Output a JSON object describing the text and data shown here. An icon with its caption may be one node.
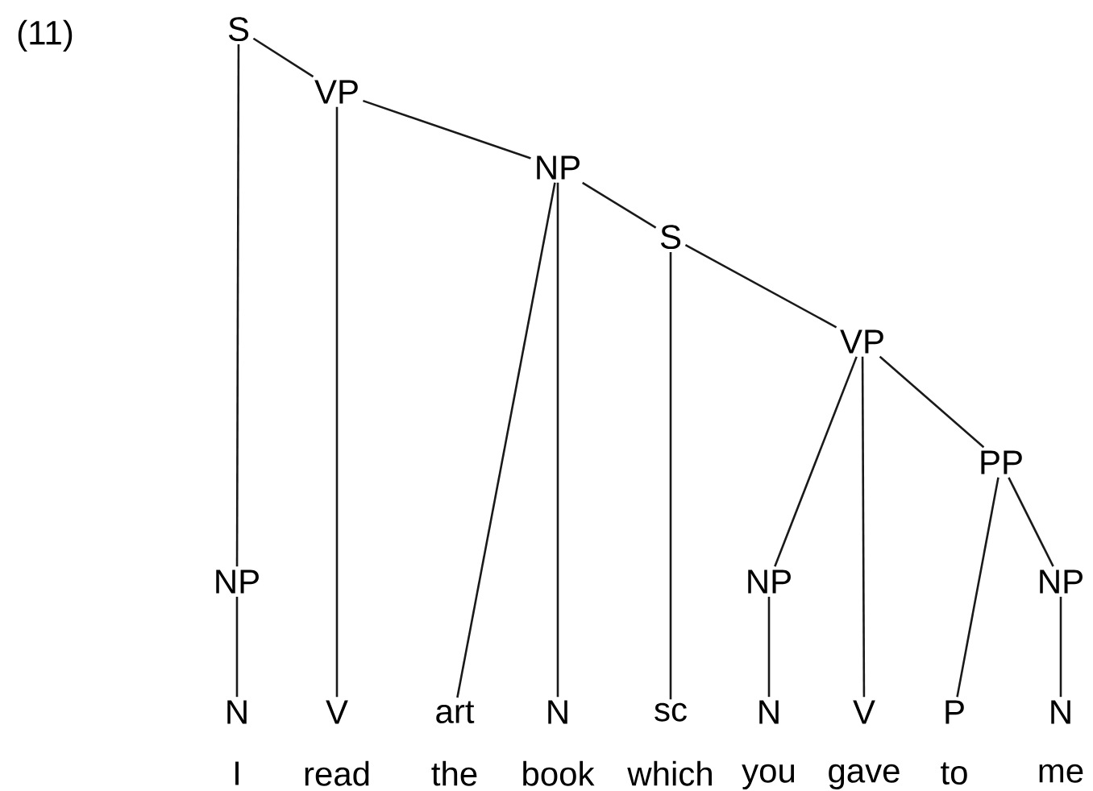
{
  "diagram": {
    "nodes": [
      {
        "text": [
          "S"
        ]
      },
      {
        "text": [
          "VP"
        ]
      },
      {
        "text": [
          "NP"
        ]
      },
      {
        "text": [
          "S"
        ]
      },
      {
        "text": [
          "VP"
        ]
      },
      {
        "text": [
          "PP"
        ]
      },
      {
        "text": [
          "NP"
        ]
      },
      {
        "text": [
          "NP"
        ]
      },
      {
        "text": [
          "NP"
        ]
      },
      {
        "text": [
          "N"
        ]
      },
      {
        "text": [
          "V"
        ]
      },
      {
        "text": [
          "art"
        ]
      },
      {
        "text": [
          "N"
        ]
      },
      {
        "text": [
          "sc"
        ]
      },
      {
        "text": [
          "N"
        ]
      },
      {
        "text": [
          "V"
        ]
      },
      {
        "text": [
          "P"
        ]
      },
      {
        "text": [
          "N"
        ]
      }
    ],
    "edges": [
      {
        "from": 0,
        "to": 1,
        "arrow": "none"
      },
      {
        "from": 0,
        "to": 6,
        "arrow": "none"
      },
      {
        "from": 6,
        "to": 9,
        "arrow": "none"
      },
      {
        "from": 1,
        "to": 10,
        "arrow": "none"
      },
      {
        "from": 1,
        "to": 2,
        "arrow": "none"
      },
      {
        "from": 2,
        "to": 11,
        "arrow": "none"
      },
      {
        "from": 2,
        "to": 12,
        "arrow": "none"
      },
      {
        "from": 2,
        "to": 3,
        "arrow": "none"
      },
      {
        "from": 3,
        "to": 13,
        "arrow": "none"
      },
      {
        "from": 3,
        "to": 4,
        "arrow": "none"
      },
      {
        "from": 4,
        "to": 7,
        "arrow": "none"
      },
      {
        "from": 7,
        "to": 14,
        "arrow": "none"
      },
      {
        "from": 4,
        "to": 15,
        "arrow": "none"
      },
      {
        "from": 4,
        "to": 5,
        "arrow": "none"
      },
      {
        "from": 5,
        "to": 16,
        "arrow": "none"
      },
      {
        "from": 5,
        "to": 8,
        "arrow": "none"
      },
      {
        "from": 8,
        "to": 17,
        "arrow": "none"
      }
    ],
    "labels": [
      "(11)",
      "I",
      "read",
      "the",
      "book",
      "which",
      "you",
      "gave",
      "to",
      "me"
    ]
  }
}
